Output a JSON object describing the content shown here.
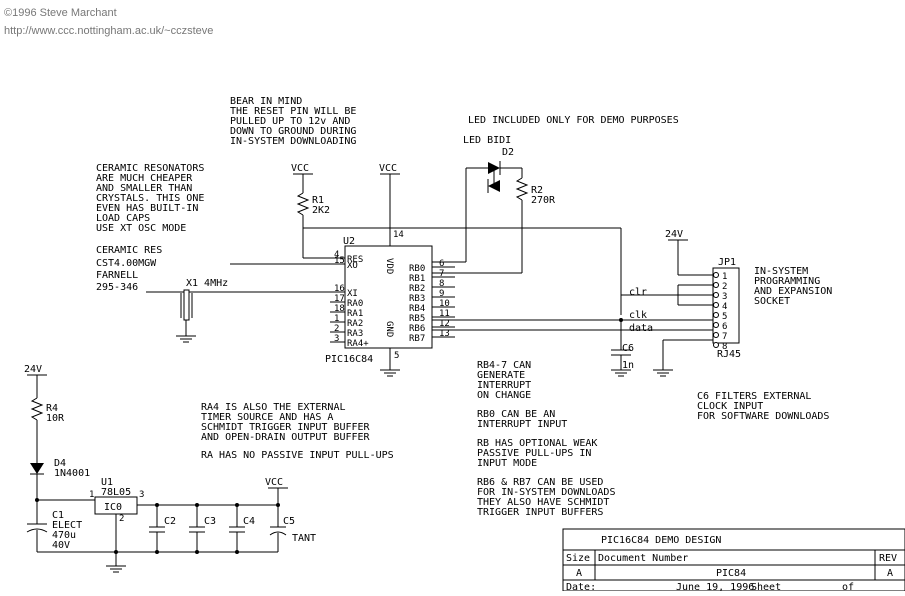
{
  "header": {
    "copyright": "©1996 Steve Marchant",
    "url": "http://www.ccc.nottingham.ac.uk/~cczsteve"
  },
  "notes": {
    "reset": [
      "BEAR IN MIND",
      "THE RESET PIN WILL BE",
      "PULLED UP TO 12v AND",
      "DOWN TO GROUND DURING",
      "IN-SYSTEM DOWNLOADING"
    ],
    "resonators": [
      "CERAMIC RESONATORS",
      "ARE MUCH CHEAPER",
      "AND SMALLER THAN",
      "CRYSTALS. THIS ONE",
      "EVEN HAS BUILT-IN",
      "LOAD CAPS",
      "USE XT OSC MODE"
    ],
    "ceramic_res": [
      "CERAMIC RES",
      "CST4.00MGW",
      "FARNELL",
      "295-346"
    ],
    "led": "LED INCLUDED ONLY FOR DEMO PURPOSES",
    "socket": [
      "IN-SYSTEM",
      "PROGRAMMING",
      "AND EXPANSION",
      "SOCKET"
    ],
    "rb47": [
      "RB4-7 CAN",
      "GENERATE",
      "INTERRUPT",
      "ON CHANGE"
    ],
    "rb0": [
      "RB0 CAN BE AN",
      "INTERRUPT INPUT"
    ],
    "rbpull": [
      "RB HAS OPTIONAL WEAK",
      "PASSIVE PULL-UPS IN",
      "INPUT MODE"
    ],
    "rb67": [
      "RB6 & RB7 CAN BE USED",
      "FOR IN-SYSTEM DOWNLOADS",
      "THEY ALSO HAVE SCHMIDT",
      "TRIGGER INPUT BUFFERS"
    ],
    "c6": [
      "C6 FILTERS EXTERNAL",
      "CLOCK INPUT",
      "FOR SOFTWARE DOWNLOADS"
    ],
    "ra4": [
      "RA4 IS ALSO THE EXTERNAL",
      "TIMER SOURCE AND HAS A",
      "SCHMIDT TRIGGER INPUT BUFFER",
      "AND OPEN-DRAIN OUTPUT BUFFER"
    ],
    "ra": "RA HAS NO PASSIVE INPUT PULL-UPS"
  },
  "labels": {
    "vcc": "VCC",
    "v24": "24V",
    "r1": "R1",
    "r1_val": "2K2",
    "r2": "R2",
    "r2_val": "270R",
    "r4": "R4",
    "r4_val": "10R",
    "led": "LED BIDI",
    "d2": "D2",
    "d4": "D4",
    "d4_val": "1N4001",
    "x1": "X1 4MHz",
    "u2": "U2",
    "u2_part": "PIC16C84",
    "u1": "U1",
    "u1_val": "78L05",
    "u1_ic": "IC0",
    "c1": "C1",
    "c1_type": "ELECT",
    "c1_val": "470u",
    "c1_v": "40V",
    "c2": "C2",
    "c3": "C3",
    "c4": "C4",
    "c5": "C5",
    "tant": "TANT",
    "c6": "C6",
    "c6_val": "1n",
    "jp1": "JP1",
    "rj45": "RJ45",
    "clr": "clr",
    "clk": "clk",
    "data": "data"
  },
  "pic_pins_left": [
    {
      "num": "4",
      "name": "RES"
    },
    {
      "num": "15",
      "name": "XO"
    },
    {
      "num": "16",
      "name": "XI"
    },
    {
      "num": "17",
      "name": "RA0"
    },
    {
      "num": "18",
      "name": "RA1"
    },
    {
      "num": "1",
      "name": "RA2"
    },
    {
      "num": "2",
      "name": "RA3"
    },
    {
      "num": "3",
      "name": "RA4+"
    }
  ],
  "pic_pins_right": [
    {
      "num": "6",
      "name": "RB0"
    },
    {
      "num": "7",
      "name": "RB1"
    },
    {
      "num": "8",
      "name": "RB2"
    },
    {
      "num": "9",
      "name": "RB3"
    },
    {
      "num": "10",
      "name": "RB4"
    },
    {
      "num": "11",
      "name": "RB5"
    },
    {
      "num": "12",
      "name": "RB6"
    },
    {
      "num": "13",
      "name": "RB7"
    }
  ],
  "pic_misc": {
    "vdd": "VDD",
    "vdd_pin": "14",
    "gnd": "GND",
    "gnd_pin": "5"
  },
  "jp_pins": [
    "1",
    "2",
    "3",
    "4",
    "5",
    "6",
    "7",
    "8"
  ],
  "reg_pins": {
    "in": "1",
    "out": "3",
    "gnd": "2"
  },
  "title_block": {
    "title": "PIC16C84 DEMO DESIGN",
    "size_label": "Size",
    "size": "A",
    "doc_label": "Document Number",
    "doc": "PIC84",
    "rev_label": "REV",
    "rev": "A",
    "date_label": "Date:",
    "date": "June 19, 1996",
    "sheet_label": "Sheet",
    "of_label": "of"
  }
}
